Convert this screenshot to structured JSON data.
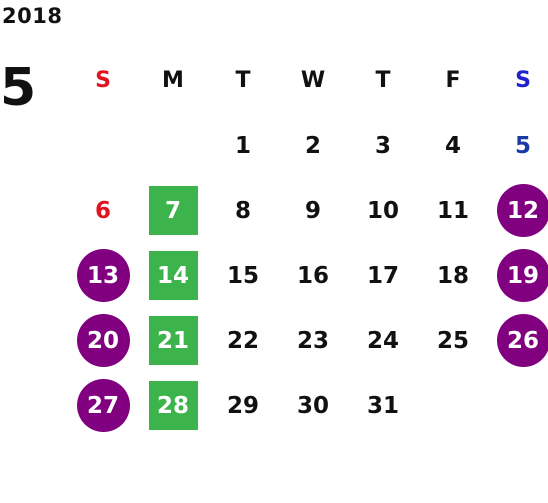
{
  "header": {
    "year": "2018",
    "month": "5"
  },
  "colors": {
    "sunday_red": "#e0141e",
    "saturday_blue": "#1a3aa8",
    "monday_highlight_green": "#3cb44b",
    "holiday_circle_purple": "#800080"
  },
  "weekdays": [
    "S",
    "M",
    "T",
    "W",
    "T",
    "F",
    "S"
  ],
  "weeks": [
    [
      "",
      "",
      "1",
      "2",
      "3",
      "4",
      "5"
    ],
    [
      "6",
      "7",
      "8",
      "9",
      "10",
      "11",
      "12"
    ],
    [
      "13",
      "14",
      "15",
      "16",
      "17",
      "18",
      "19"
    ],
    [
      "20",
      "21",
      "22",
      "23",
      "24",
      "25",
      "26"
    ],
    [
      "27",
      "28",
      "29",
      "30",
      "31",
      "",
      ""
    ]
  ]
}
